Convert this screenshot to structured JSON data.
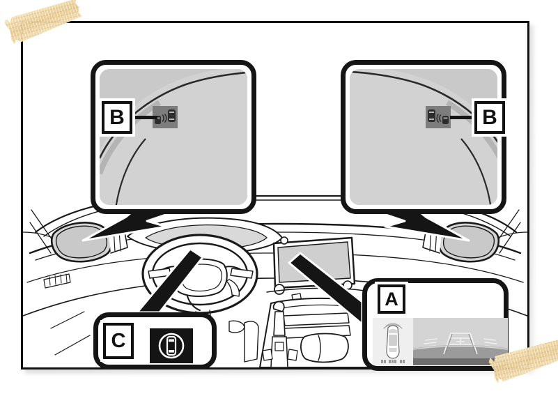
{
  "figure": {
    "kind": "vehicle-owner-manual-illustration",
    "subject": "Blind Spot Monitor and rear camera indicator locations in vehicle interior",
    "background_color": "#ffffff",
    "paper_color": "#ffffff",
    "frame_color": "#111111",
    "tape_color": "#efd7a1"
  },
  "callouts": [
    {
      "id": "A",
      "label": "A",
      "name": "multimedia-display-callout",
      "description": "Center multimedia display showing rear view camera with parking guide lines and top-down vehicle with clearance sonar indicators",
      "position": "bottom-right"
    },
    {
      "id": "B-left",
      "label": "B",
      "name": "left-outside-mirror-callout",
      "description": "Left outside rear view mirror with Blind Spot Monitor indicator illuminated",
      "position": "top-left"
    },
    {
      "id": "B-right",
      "label": "B",
      "name": "right-outside-mirror-callout",
      "description": "Right outside rear view mirror with Blind Spot Monitor indicator illuminated",
      "position": "top-right"
    },
    {
      "id": "C",
      "label": "C",
      "name": "warning-indicator-callout",
      "description": "Blind Spot Monitor warning indicator light on instrument panel",
      "position": "bottom-left"
    }
  ],
  "icons": {
    "bsm_indicator": {
      "name": "blind-spot-monitor-indicator-icon",
      "description": "Two vehicles viewed from above with radar wave arcs between them",
      "tile_color": "#7d7d7d",
      "glyph_color": "#2a2a2a"
    },
    "warning_lamp": {
      "name": "vehicle-in-circle-warning-icon",
      "description": "Vehicle outline inside a circle",
      "background_color": "#141414",
      "glyph_color": "#ffffff"
    }
  },
  "display_A": {
    "name": "rear-camera-display",
    "left_pane": {
      "name": "clearance-sonar-pane",
      "description": "Top-down vehicle silhouette with corner sensor arcs and three rear sonar bar indicators",
      "background_color": "#efefef"
    },
    "right_pane": {
      "name": "rear-camera-view-pane",
      "description": "Rear camera image with estimated course guide lines, vehicle width lines and distance guide lines over ground plane",
      "background_color": "#d4d4d4"
    }
  },
  "interior": {
    "name": "vehicle-interior-line-drawing",
    "elements": [
      "steering-wheel",
      "instrument-cluster",
      "center-multimedia-display",
      "center-console",
      "shift-lever",
      "cup-holders",
      "windshield",
      "left-outside-mirror",
      "right-outside-mirror",
      "dashboard-air-vents"
    ],
    "line_color": "#1a1a1a",
    "fill_color": "#ffffff"
  },
  "colors": {
    "mirror_glass": "#c9c9c9",
    "mirror_glass_dark": "#b3b3b3",
    "indicator_tile": "#7d7d7d",
    "screen_bg": "#d4d4d4",
    "screen_panel": "#efefef",
    "screen_ground": "#9b9b9b",
    "screen_footer": "#6e6e6e",
    "outline": "#151515"
  }
}
